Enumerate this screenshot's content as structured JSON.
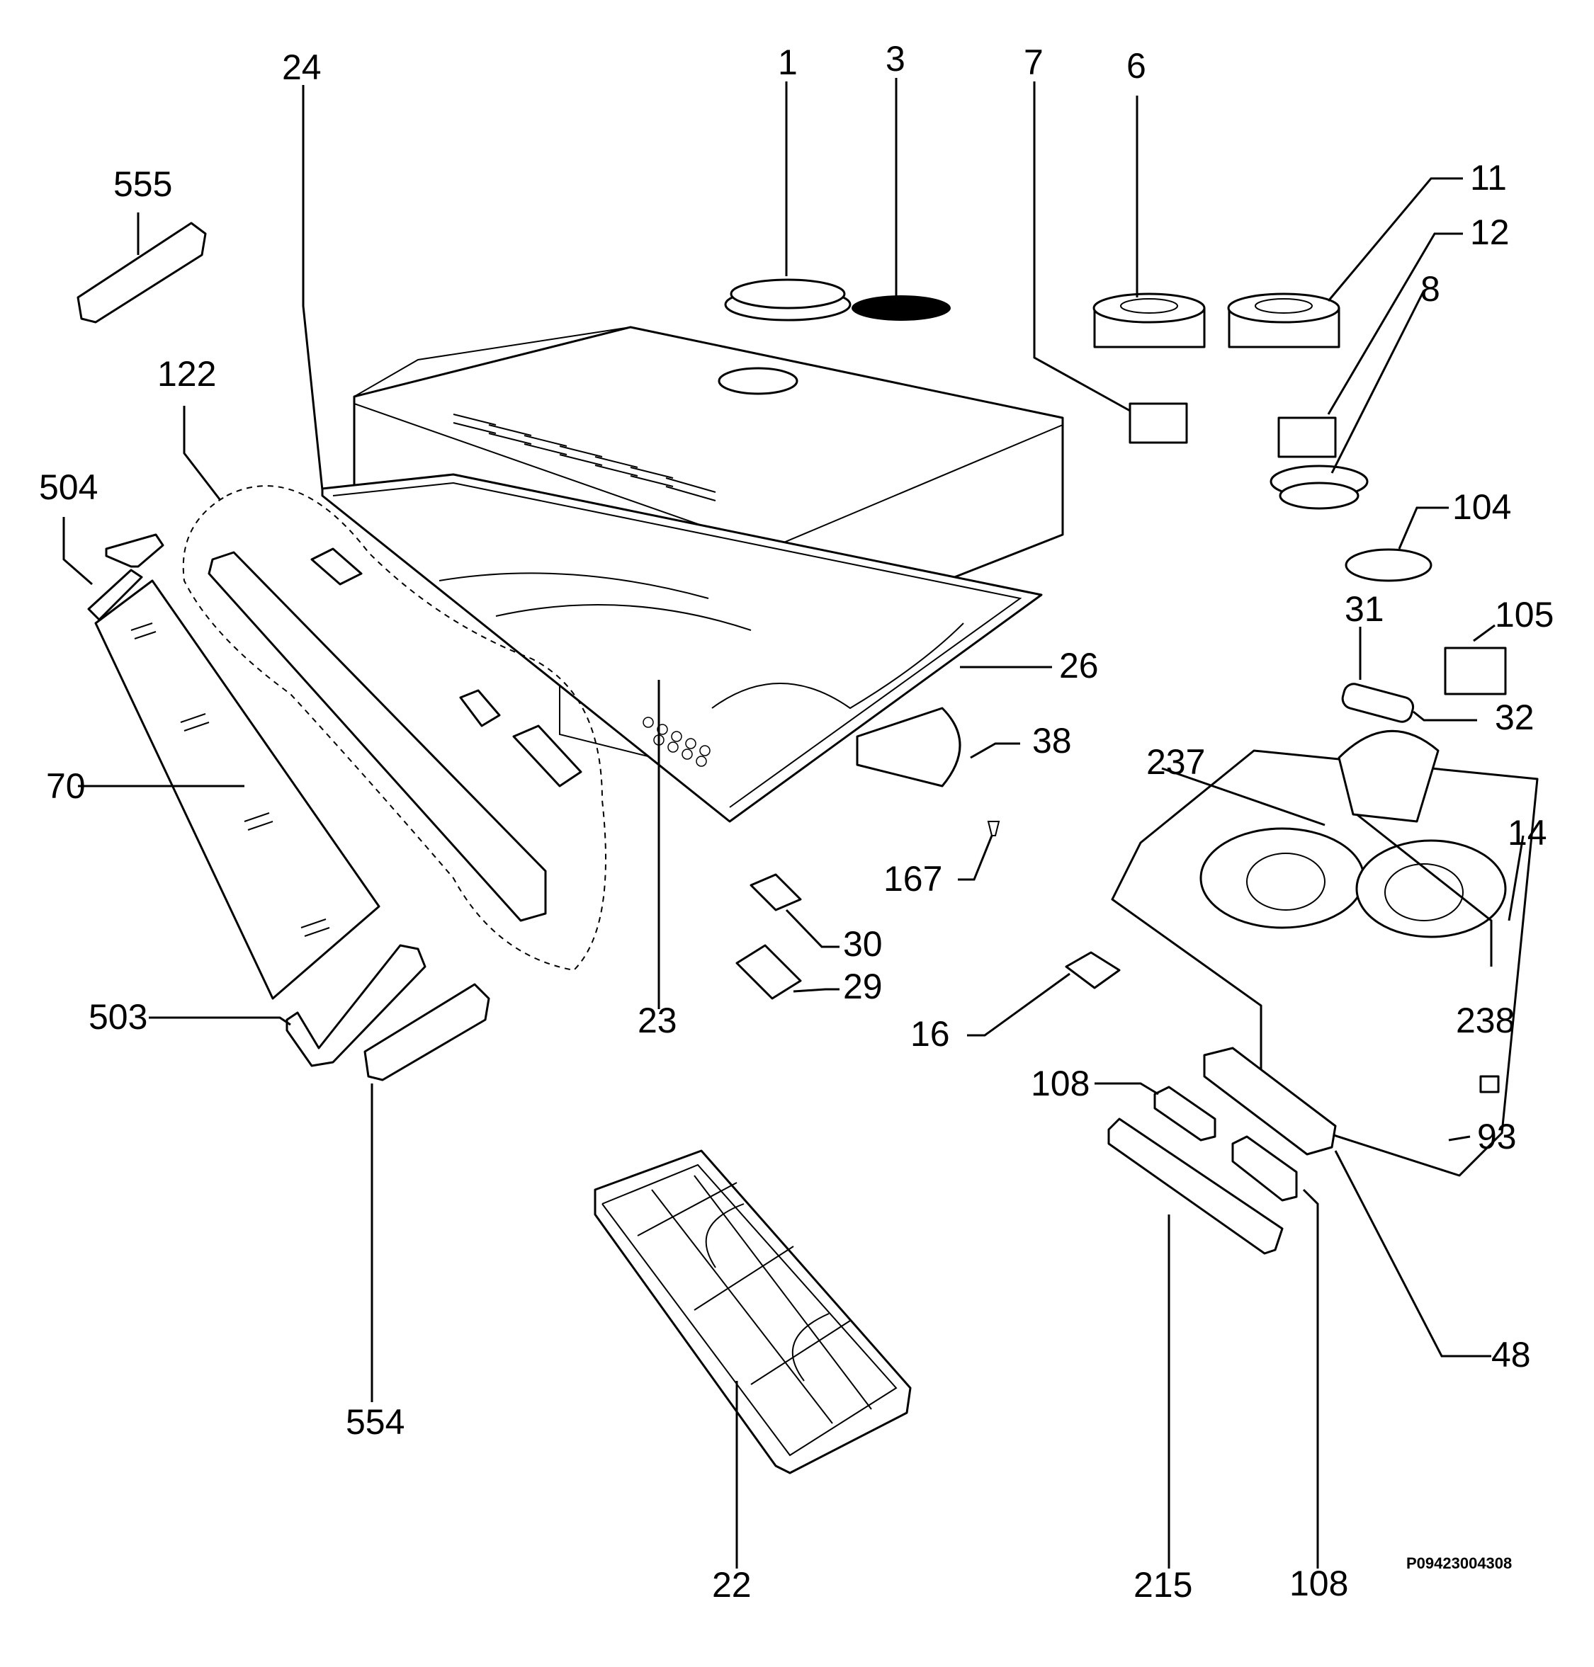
{
  "reference_code": "P09423004308",
  "labels": {
    "l1": "1",
    "l3": "3",
    "l7": "7",
    "l6": "6",
    "l11": "11",
    "l12": "12",
    "l8": "8",
    "l24": "24",
    "l555": "555",
    "l122": "122",
    "l504": "504",
    "l104": "104",
    "l31": "31",
    "l105": "105",
    "l32": "32",
    "l26": "26",
    "l38": "38",
    "l237": "237",
    "l14": "14",
    "l70": "70",
    "l167": "167",
    "l30": "30",
    "l29": "29",
    "l238": "238",
    "l23": "23",
    "l503": "503",
    "l16": "16",
    "l108a": "108",
    "l93": "93",
    "l554": "554",
    "l48": "48",
    "l22": "22",
    "l215": "215",
    "l108b": "108"
  }
}
